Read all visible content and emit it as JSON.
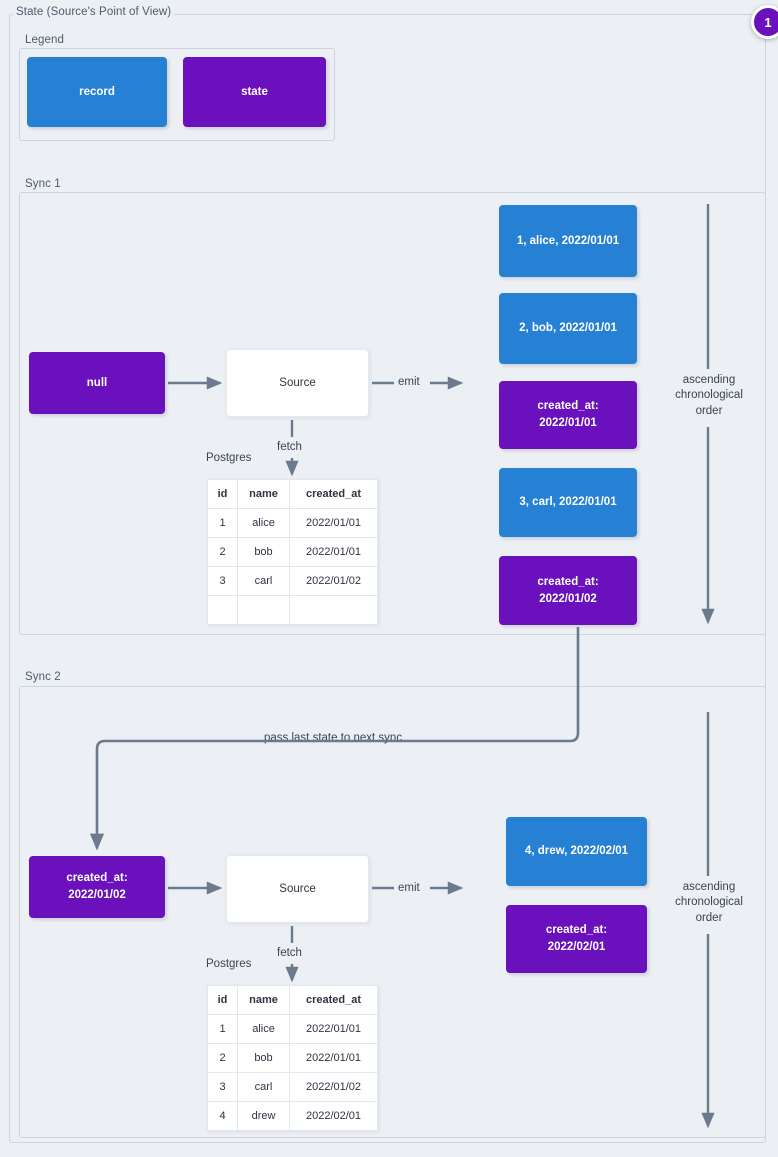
{
  "page": {
    "title": "State (Source's Point of View)",
    "badge": "1",
    "colors": {
      "record": "#2680d4",
      "state": "#6a10bd",
      "background": "#eceff4",
      "frame_border": "#ccd4e0",
      "edge": "#6b7a8c"
    }
  },
  "legend": {
    "label": "Legend",
    "items": [
      {
        "label": "record",
        "kind": "record"
      },
      {
        "label": "state",
        "kind": "state"
      }
    ]
  },
  "sync1": {
    "label": "Sync 1",
    "state_in": "null",
    "source": "Source",
    "fetch_label": "fetch",
    "db_label": "Postgres",
    "emit_label": "emit",
    "order_label": "ascending chronological order",
    "table": {
      "columns": [
        "id",
        "name",
        "created_at"
      ],
      "rows": [
        [
          "1",
          "alice",
          "2022/01/01"
        ],
        [
          "2",
          "bob",
          "2022/01/01"
        ],
        [
          "3",
          "carl",
          "2022/01/02"
        ],
        [
          "",
          "",
          ""
        ]
      ]
    },
    "emitted": [
      {
        "kind": "record",
        "text": "1, alice, 2022/01/01"
      },
      {
        "kind": "record",
        "text": "2, bob, 2022/01/01"
      },
      {
        "kind": "state",
        "line1": "created_at:",
        "line2": "2022/01/01"
      },
      {
        "kind": "record",
        "text": "3, carl, 2022/01/01"
      },
      {
        "kind": "state",
        "line1": "created_at:",
        "line2": "2022/01/02"
      }
    ]
  },
  "sync2": {
    "label": "Sync 2",
    "pass_state_label": "pass last state to next sync",
    "state_in_line1": "created_at:",
    "state_in_line2": "2022/01/02",
    "source": "Source",
    "fetch_label": "fetch",
    "db_label": "Postgres",
    "emit_label": "emit",
    "order_label": "ascending chronological order",
    "table": {
      "columns": [
        "id",
        "name",
        "created_at"
      ],
      "rows": [
        [
          "1",
          "alice",
          "2022/01/01"
        ],
        [
          "2",
          "bob",
          "2022/01/01"
        ],
        [
          "3",
          "carl",
          "2022/01/02"
        ],
        [
          "4",
          "drew",
          "2022/02/01"
        ]
      ]
    },
    "emitted": [
      {
        "kind": "record",
        "text": "4, drew, 2022/02/01"
      },
      {
        "kind": "state",
        "line1": "created_at:",
        "line2": "2022/02/01"
      }
    ]
  }
}
